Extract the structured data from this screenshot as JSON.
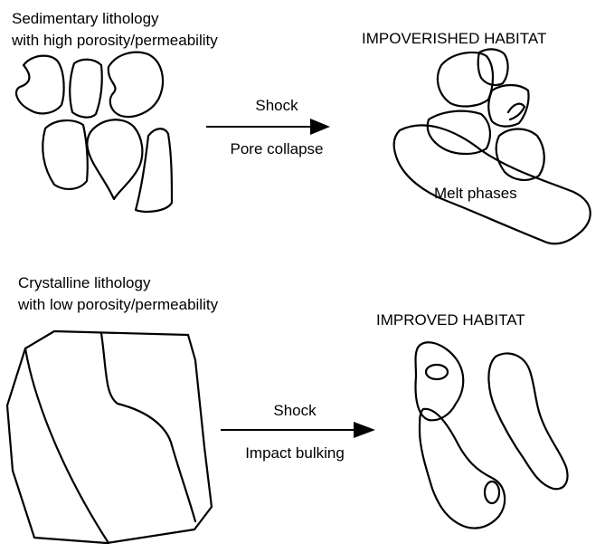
{
  "top_panel": {
    "input_caption_line1": "Sedimentary lithology",
    "input_caption_line2": "with high porosity/permeability",
    "result_title": "IMPOVERISHED HABITAT",
    "arrow_label_above": "Shock",
    "arrow_label_below": "Pore collapse",
    "melt_label": "Melt phases"
  },
  "bottom_panel": {
    "input_caption_line1": "Crystalline lithology",
    "input_caption_line2": "with low porosity/permeability",
    "result_title": "IMPROVED HABITAT",
    "arrow_label_above": "Shock",
    "arrow_label_below": "Impact bulking"
  },
  "colors": {
    "ink": "#000000",
    "background": "#ffffff"
  }
}
